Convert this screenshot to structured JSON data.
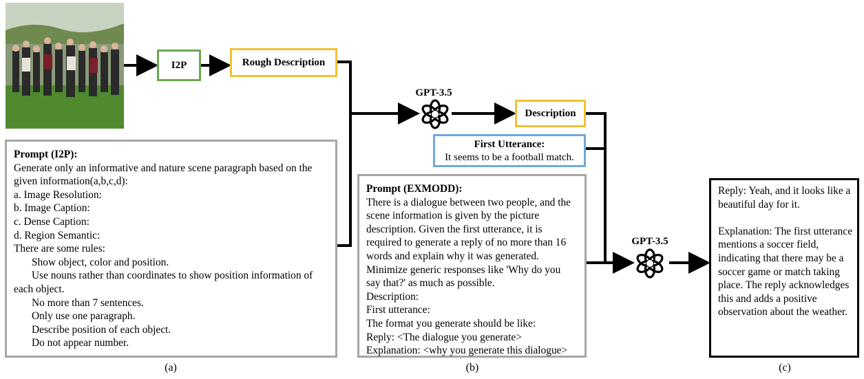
{
  "panel_a": {
    "i2p_label": "I2P",
    "rough_description_label": "Rough Description",
    "prompt_title": "Prompt (I2P):",
    "prompt_lines": [
      "Generate only an informative and nature scene paragraph based on the",
      "given information(a,b,c,d):",
      "a. Image Resolution:",
      "b. Image Caption:",
      "c. Dense Caption:",
      "d. Region Semantic:",
      "There are some rules:"
    ],
    "rules_lines": [
      "Show object, color and position.",
      "Use nouns rather than coordinates to show position information of"
    ],
    "rules_wrap": "each object.",
    "rules_more": [
      "No more than 7 sentences.",
      "Only use one paragraph.",
      "Describe position of each object.",
      "Do not appear number."
    ],
    "caption": "(a)"
  },
  "panel_b": {
    "gpt_label": "GPT-3.5",
    "description_label": "Description",
    "first_utterance_title": "First Utterance:",
    "first_utterance_text": "It seems to be a football match.",
    "prompt_title": "Prompt (EXMODD):",
    "prompt_lines": [
      "There is a dialogue between two people, and the",
      "scene information is given by the picture",
      "description. Given the first utterance, it is",
      "required to generate a reply of no more than 16",
      "words and explain why it was generated.",
      "Minimize generic responses like 'Why do you",
      "say that?' as much as possible.",
      "Description:",
      "First utterance:",
      "The format you generate should be like:",
      "Reply: <The dialogue you generate>",
      "Explanation: <why you generate this dialogue>"
    ],
    "caption": "(b)"
  },
  "panel_c": {
    "gpt_label": "GPT-3.5",
    "reply_lines": [
      "Reply: Yeah, and it looks like a",
      "beautiful day for it."
    ],
    "explanation_lines": [
      "Explanation: The first utterance",
      "mentions a soccer field,",
      "indicating that there may be a",
      "soccer game or match taking",
      "place. The reply acknowledges",
      "this and adds a positive",
      "observation about the weather."
    ],
    "caption": "(c)"
  },
  "icons": {
    "photo": "soccer-crowd-photo",
    "gpt": "openai-logo-icon"
  },
  "colors": {
    "green": "#6aa84f",
    "yellow": "#f1c232",
    "blue": "#6fa8dc",
    "gray": "#a6a6a6"
  }
}
